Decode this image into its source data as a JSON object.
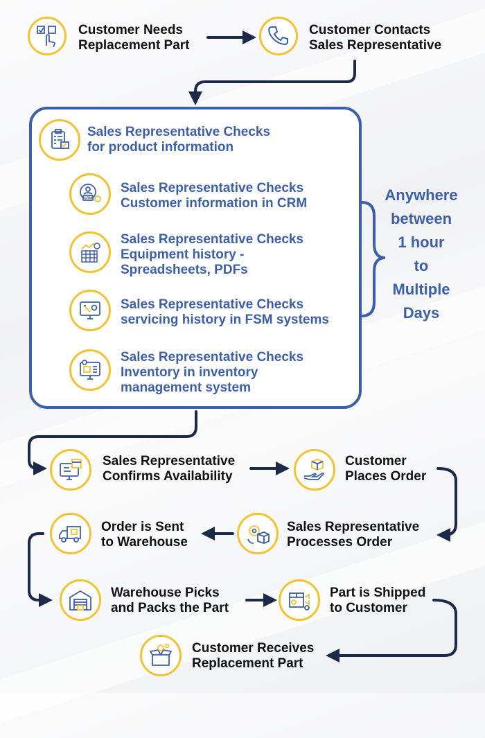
{
  "steps": {
    "needs": "Customer Needs\nReplacement Part",
    "contacts": "Customer Contacts\nSales Representative",
    "product": "Sales Representative Checks\nfor product information",
    "crm": "Sales Representative Checks\nCustomer information in CRM",
    "equipment": "Sales Representative Checks\nEquipment history -\nSpreadsheets, PDFs",
    "fsm": "Sales Representative Checks\nservicing history in FSM systems",
    "inventory": "Sales Representative Checks\nInventory in inventory\nmanagement system",
    "confirms": "Sales Representative\nConfirms Availability",
    "places": "Customer\nPlaces Order",
    "processes": "Sales Representative\nProcesses Order",
    "sent": "Order is Sent\nto Warehouse",
    "picks": "Warehouse Picks\nand Packs the Part",
    "shipped": "Part is Shipped\nto Customer",
    "receives": "Customer Receives\nReplacement Part"
  },
  "duration_note": "Anywhere\nbetween\n1 hour\nto\nMultiple\nDays",
  "icons": {
    "needs": "touch-select-icon",
    "contacts": "phone-icon",
    "product": "clipboard-checklist-icon",
    "crm": "crm-gear-icon",
    "equipment": "spreadsheet-chart-icon",
    "fsm": "monitor-tools-icon",
    "inventory": "monitor-inventory-icon",
    "confirms": "monitor-calendar-icon",
    "places": "hand-box-icon",
    "processes": "box-gear-icon",
    "sent": "delivery-truck-icon",
    "picks": "warehouse-icon",
    "shipped": "shipping-box-icon",
    "receives": "open-box-gear-icon"
  },
  "colors": {
    "accent_yellow": "#f2c230",
    "blue": "#3d5fa8",
    "navy": "#1c2a4a"
  }
}
